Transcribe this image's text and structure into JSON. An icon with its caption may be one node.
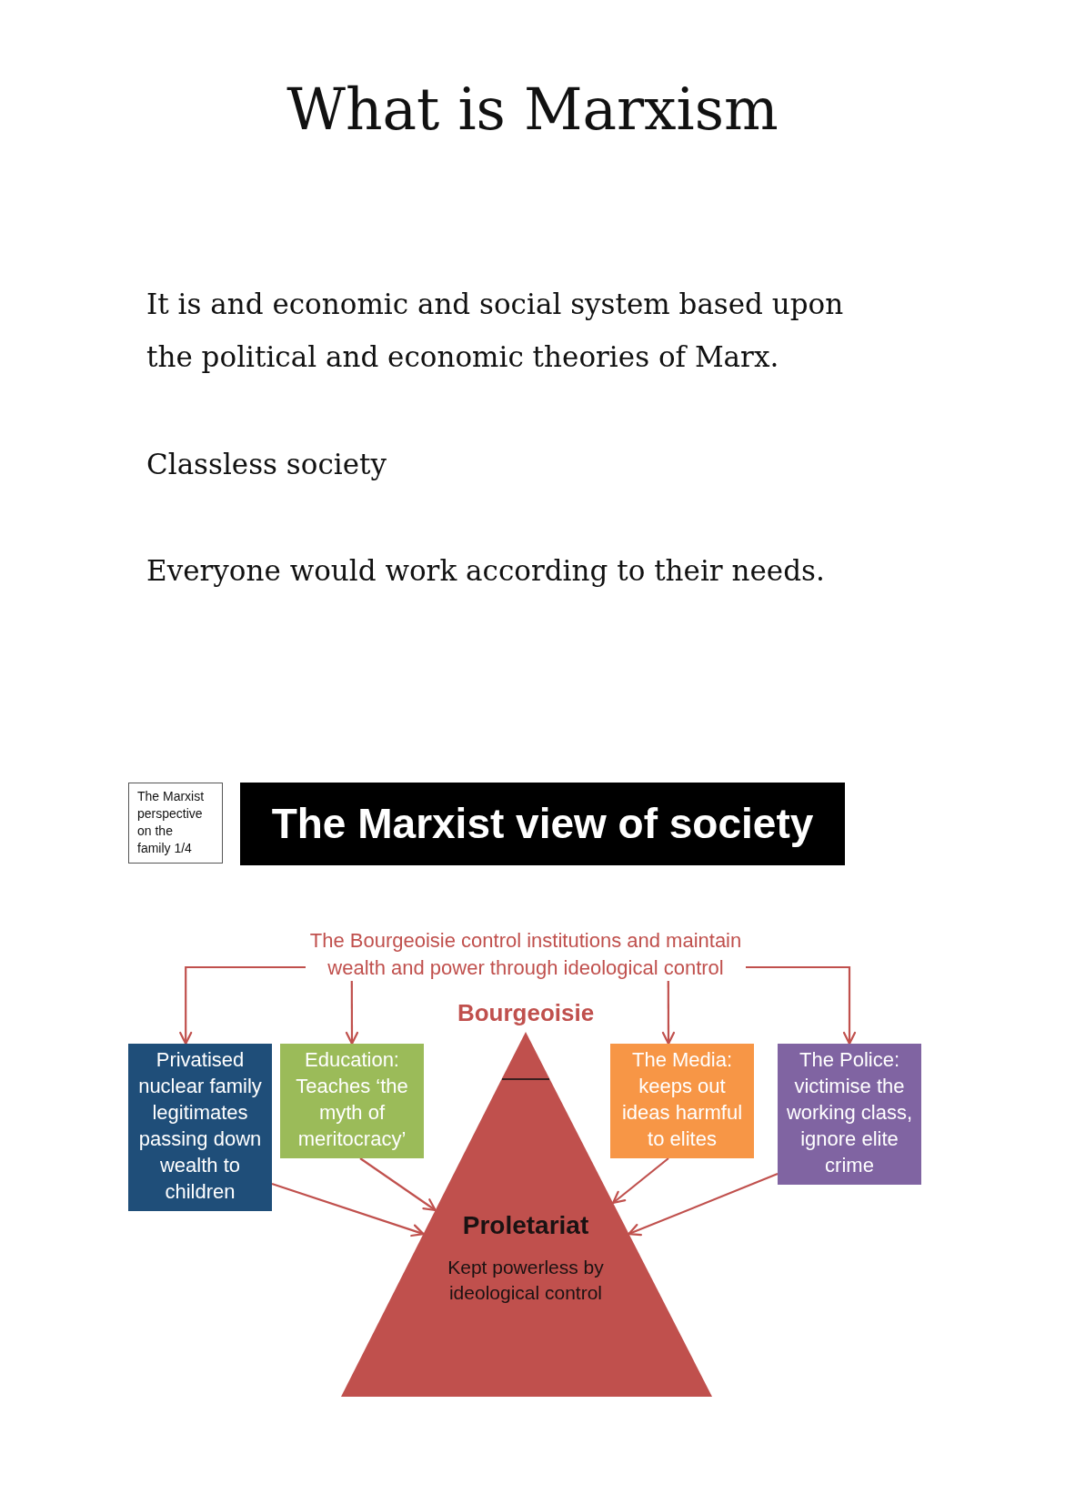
{
  "diagram": {
    "title": "What is Marxism",
    "nodes": [
      {
        "text": [
          "The Marxist perspective on the family 1/4"
        ]
      },
      {
        "text": [
          "The Marxist view of society"
        ]
      },
      {
        "text": [
          "The Bourgeoisie control institutions and maintain wealth and power through ideological control"
        ]
      },
      {
        "text": [
          "Privatised nuclear family legitimates passing down wealth to children"
        ]
      },
      {
        "text": [
          "Education: Teaches ‘the myth of meritocracy’"
        ]
      },
      {
        "text": [
          "Bourgeoisie"
        ]
      },
      {
        "text": [
          "The Media: keeps out ideas harmful to elites"
        ]
      },
      {
        "text": [
          "The Police: victimise the working class, ignore elite crime"
        ]
      },
      {
        "text": [
          "Proletariat",
          "Kept powerless by ideological control"
        ]
      }
    ],
    "edges": [
      {
        "from": 2,
        "to": 3,
        "arrow": "to"
      },
      {
        "from": 2,
        "to": 4,
        "arrow": "to"
      },
      {
        "from": 2,
        "to": 6,
        "arrow": "to"
      },
      {
        "from": 2,
        "to": 7,
        "arrow": "to"
      },
      {
        "from": 3,
        "to": 8,
        "arrow": "to"
      },
      {
        "from": 4,
        "to": 8,
        "arrow": "to"
      },
      {
        "from": 6,
        "to": 8,
        "arrow": "to"
      },
      {
        "from": 7,
        "to": 8,
        "arrow": "to"
      }
    ],
    "labels": [
      "It is and economic and social system based upon the political and economic theories of Marx.",
      "Classless society",
      "Everyone would work according to their needs."
    ]
  }
}
